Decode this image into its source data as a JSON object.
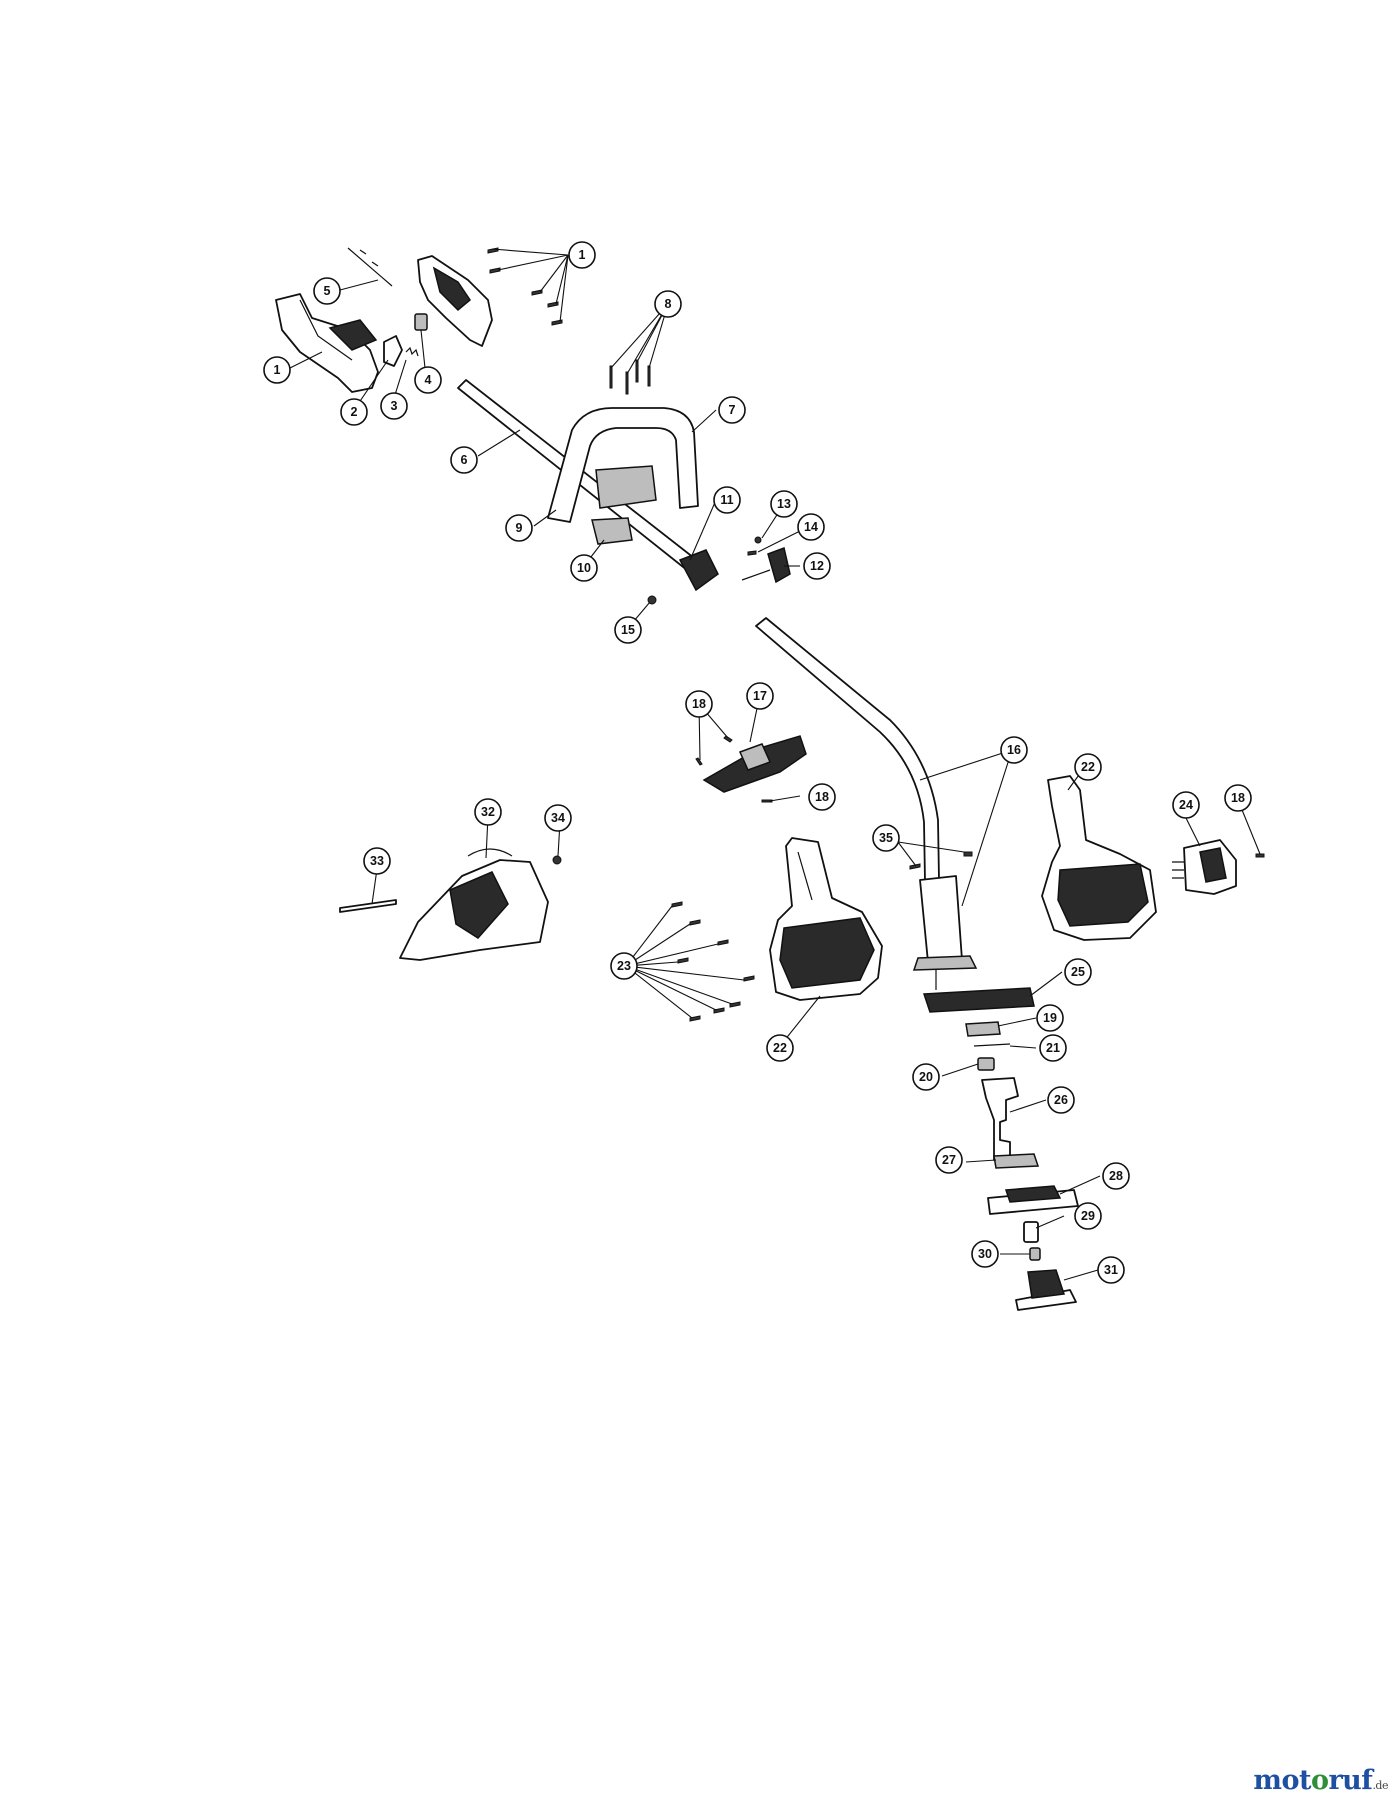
{
  "diagram": {
    "callouts": [
      "1",
      "1",
      "2",
      "3",
      "4",
      "5",
      "6",
      "7",
      "8",
      "9",
      "10",
      "11",
      "12",
      "13",
      "14",
      "15",
      "16",
      "17",
      "18",
      "18",
      "18",
      "19",
      "20",
      "21",
      "22",
      "22",
      "23",
      "24",
      "25",
      "26",
      "27",
      "28",
      "29",
      "30",
      "31",
      "32",
      "33",
      "34",
      "35"
    ]
  },
  "watermark": {
    "part1": "mot",
    "part2": "o",
    "part3": "ruf",
    "suffix": ".de"
  }
}
